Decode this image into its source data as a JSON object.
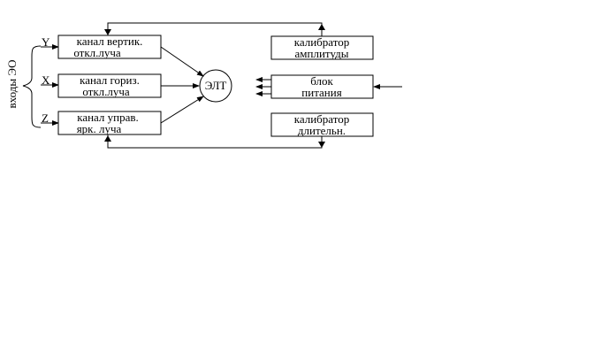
{
  "diagram": {
    "inputs_label": "входы ЭО",
    "inputs": {
      "y": "Y",
      "x": "X",
      "z": "Z"
    },
    "blocks": {
      "vert": {
        "line1": "канал вертик.",
        "line2": "откл.луча"
      },
      "horiz": {
        "line1": "канал гориз.",
        "line2": "откл.луча"
      },
      "ctrl": {
        "line1": "канал управ.",
        "line2": "ярк. луча"
      },
      "crt": "ЭЛТ",
      "amp": {
        "line1": "калибратор",
        "line2": "амплитуды"
      },
      "power": {
        "line1": "блок",
        "line2": "питания"
      },
      "dur": {
        "line1": "калибратор",
        "line2": "длительн."
      }
    }
  }
}
